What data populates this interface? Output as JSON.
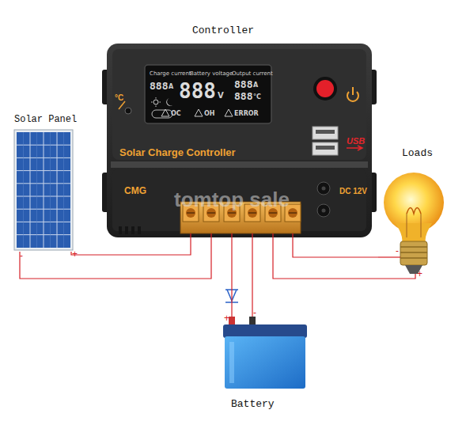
{
  "diagram": {
    "nodes": [
      {
        "text": [
          "Controller",
          "Solar Charge Controller"
        ]
      },
      {
        "text": [
          "Solar Panel"
        ]
      },
      {
        "text": [
          "Loads"
        ]
      },
      {
        "text": [
          "Battery"
        ]
      }
    ],
    "edges": [
      {
        "from": 1,
        "to": 0,
        "arrow": "none"
      },
      {
        "from": 1,
        "to": 0,
        "arrow": "none"
      },
      {
        "from": 0,
        "to": 2,
        "arrow": "none"
      },
      {
        "from": 0,
        "to": 2,
        "arrow": "none"
      },
      {
        "from": 0,
        "to": 3,
        "arrow": "none"
      },
      {
        "from": 0,
        "to": 3,
        "arrow": "none"
      }
    ],
    "labels": [
      "Charge current",
      "Battery voltage",
      "Output current",
      "888",
      "A",
      "888",
      "V",
      "888",
      "A",
      "888",
      "°C",
      "OC",
      "OH",
      "ERROR",
      "°C",
      "USB",
      "DC 12V",
      "CMG",
      "tomtop sale",
      "-",
      "+",
      "-",
      "+",
      "+",
      "-"
    ]
  }
}
